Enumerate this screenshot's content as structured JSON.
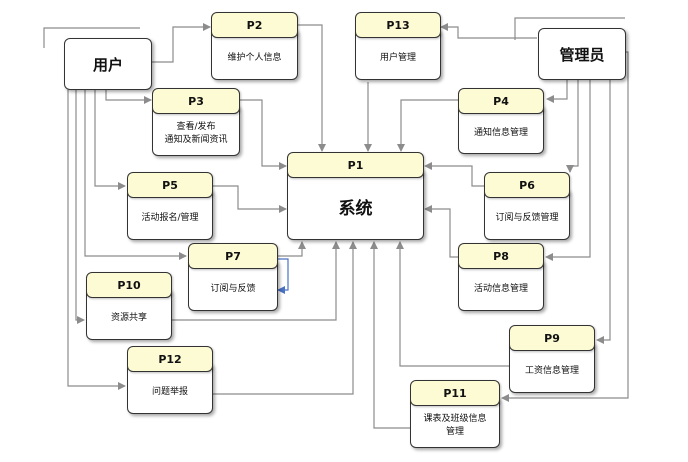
{
  "entities": {
    "user": "用户",
    "admin": "管理员"
  },
  "processes": {
    "p1": {
      "id": "P1",
      "label": "系统"
    },
    "p2": {
      "id": "P2",
      "label": "维护个人信息"
    },
    "p3": {
      "id": "P3",
      "label_line1": "查看/发布",
      "label_line2": "通知及新闻资讯"
    },
    "p4": {
      "id": "P4",
      "label": "通知信息管理"
    },
    "p5": {
      "id": "P5",
      "label": "活动报名/管理"
    },
    "p6": {
      "id": "P6",
      "label": "订阅与反馈管理"
    },
    "p7": {
      "id": "P7",
      "label": "订阅与反馈"
    },
    "p8": {
      "id": "P8",
      "label": "活动信息管理"
    },
    "p9": {
      "id": "P9",
      "label": "工资信息管理"
    },
    "p10": {
      "id": "P10",
      "label": "资源共享"
    },
    "p11": {
      "id": "P11",
      "label_line1": "课表及班级信息",
      "label_line2": "管理"
    },
    "p12": {
      "id": "P12",
      "label": "问题举报"
    },
    "p13": {
      "id": "P13",
      "label": "用户管理"
    }
  },
  "colors": {
    "header_fill": "#fdfbd4",
    "connector": "#8c8c8c",
    "highlight_connector": "#4a72c4"
  }
}
